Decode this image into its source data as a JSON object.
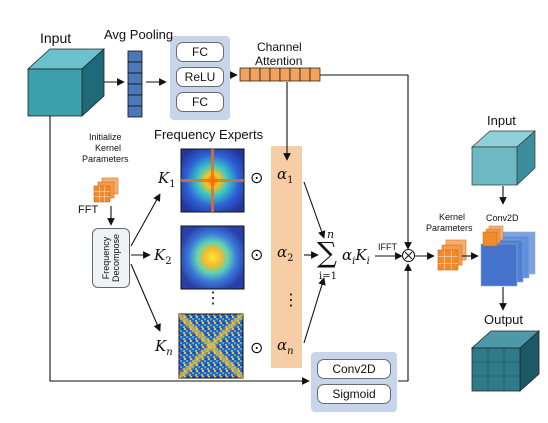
{
  "labels": {
    "input_top": "Input",
    "avg_pooling": "Avg Pooling",
    "channel_attention_1": "Channel",
    "channel_attention_2": "Attention",
    "init_kernel_1": "Initialize",
    "init_kernel_2": "Kernel",
    "init_kernel_3": "Parameters",
    "frequency_experts": "Frequency Experts",
    "fft": "FFT",
    "frequency_decompose_1": "Frequency",
    "frequency_decompose_2": "Decompose",
    "kernel_params_1": "Kernel",
    "kernel_params_2": "Parameters",
    "ifft": "IFFT",
    "input_right": "Input",
    "conv2d_small": "Conv2D",
    "output": "Output"
  },
  "mlp": {
    "fc1": "FC",
    "relu": "ReLU",
    "fc2": "FC"
  },
  "gate": {
    "conv2d": "Conv2D",
    "sigmoid": "Sigmoid"
  },
  "math": {
    "k1": "K",
    "k1_sub": "1",
    "k2": "K",
    "k2_sub": "2",
    "kn": "K",
    "kn_sub": "n",
    "odot": "⊙",
    "a1": "α",
    "a1_sub": "1",
    "a2": "α",
    "a2_sub": "2",
    "an": "α",
    "an_sub": "n",
    "vdots": "⋮",
    "sum": "∑",
    "sum_top": "n",
    "sum_bottom": "i=1",
    "sum_term": "α",
    "sum_term_sub": "i",
    "sum_term_k": "K",
    "sum_term_k_sub": "i",
    "otimes": "⊗"
  },
  "colors": {
    "cube_teal": "#3d9fab",
    "cube_dark": "#1f6a78",
    "pool_blue": "#4b78b8",
    "mlp_panel": "#c7d5ec",
    "attention_orange": "#f3a25c",
    "alpha_panel": "#f6cda5",
    "gate_panel": "#c7d5ec",
    "kernel_orange": "#f08a2c",
    "conv_blue": "#4f7fd4"
  }
}
